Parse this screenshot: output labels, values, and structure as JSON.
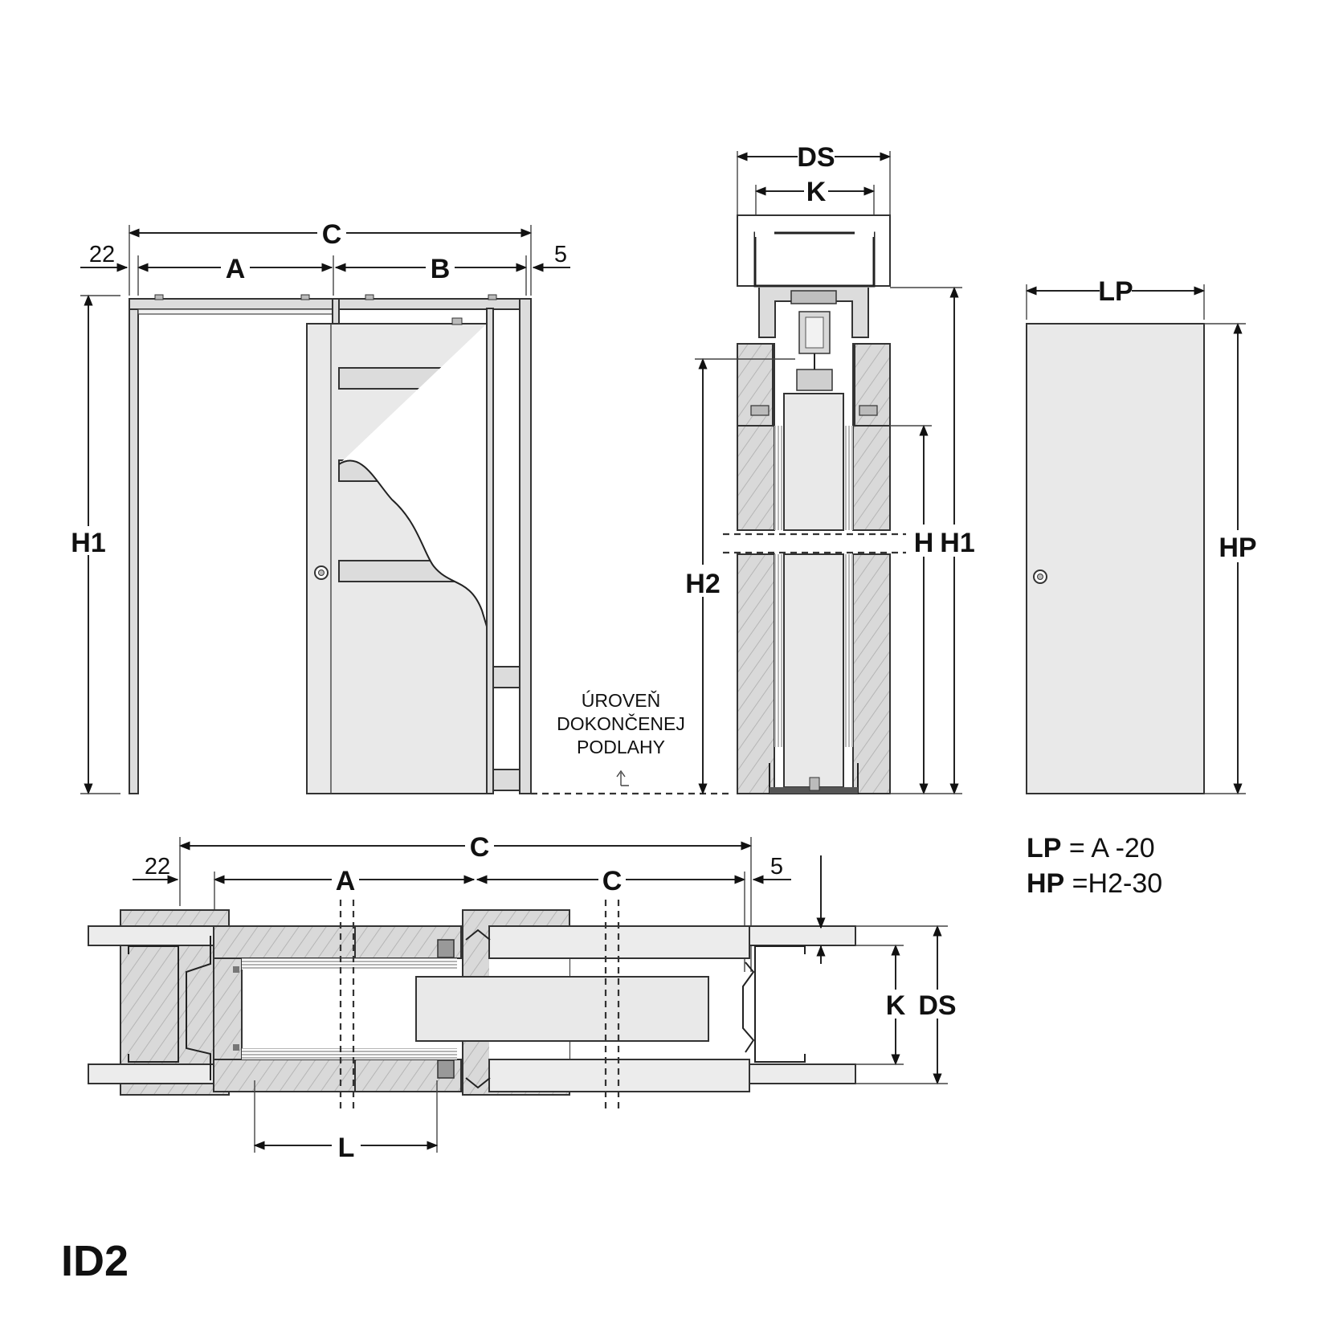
{
  "labels": {
    "c_top": "C",
    "a_top": "A",
    "b_top": "B",
    "n22_top": "22",
    "n5_top": "5",
    "h1_left": "H1",
    "floor_line1": "ÚROVEŇ",
    "floor_line2": "DOKONČENEJ",
    "floor_line3": "PODLAHY",
    "ds_top": "DS",
    "k_top": "K",
    "h": "H",
    "h1_section": "H1",
    "h2": "H2",
    "lp": "LP",
    "hp": "HP",
    "c_bottom": "C",
    "a_bottom": "A",
    "c2_bottom": "C",
    "n22_bottom": "22",
    "n5_bottom": "5",
    "k_bottom": "K",
    "ds_bottom": "DS",
    "l_bottom": "L",
    "code": "ID2"
  },
  "formulas": [
    {
      "bold": "LP",
      "rest": " = A  -20"
    },
    {
      "bold": "HP",
      "rest": " =H2-30"
    }
  ]
}
